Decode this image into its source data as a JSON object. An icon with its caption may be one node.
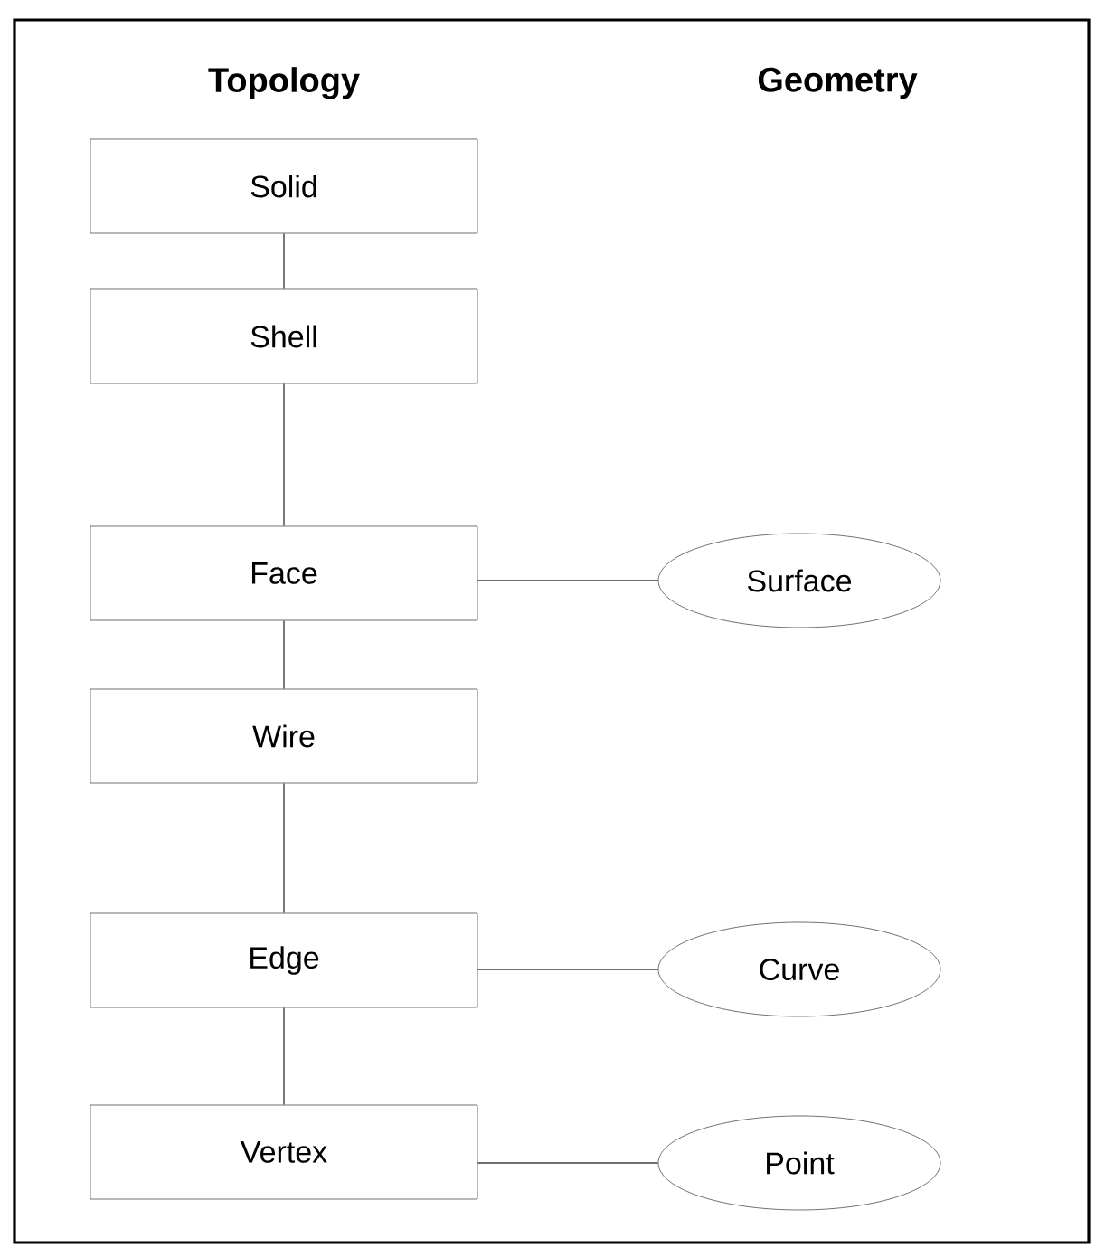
{
  "diagram": {
    "nodes": [
      {
        "text": [
          "Solid"
        ]
      },
      {
        "text": [
          "Shell"
        ]
      },
      {
        "text": [
          "Face"
        ]
      },
      {
        "text": [
          "Surface"
        ]
      },
      {
        "text": [
          "Wire"
        ]
      },
      {
        "text": [
          "Edge"
        ]
      },
      {
        "text": [
          "Curve"
        ]
      },
      {
        "text": [
          "Vertex"
        ]
      },
      {
        "text": [
          "Point"
        ]
      }
    ],
    "edges": [
      {
        "from": 0,
        "to": 1,
        "arrow": "none"
      },
      {
        "from": 1,
        "to": 2,
        "arrow": "none"
      },
      {
        "from": 2,
        "to": 3,
        "arrow": "none"
      },
      {
        "from": 2,
        "to": 4,
        "arrow": "none"
      },
      {
        "from": 4,
        "to": 5,
        "arrow": "none"
      },
      {
        "from": 5,
        "to": 6,
        "arrow": "none"
      },
      {
        "from": 5,
        "to": 7,
        "arrow": "none"
      },
      {
        "from": 7,
        "to": 8,
        "arrow": "none"
      }
    ],
    "labels": [
      "Topology",
      "Geometry"
    ]
  }
}
